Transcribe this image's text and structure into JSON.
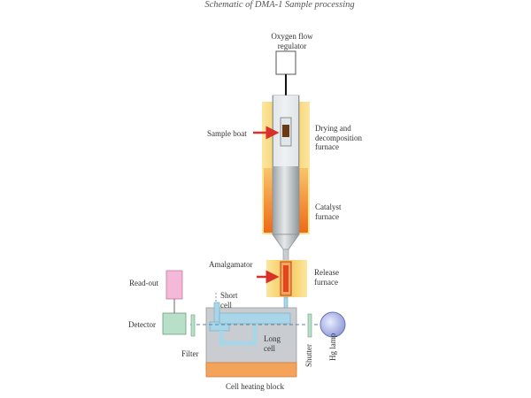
{
  "title": "Schematic of DMA-1 Sample processing",
  "labels": {
    "oxygen_regulator": [
      "Oxygen flow",
      "regulator"
    ],
    "sample_boat": "Sample boat",
    "drying_furnace": [
      "Drying and",
      "decomposition",
      "furnace"
    ],
    "catalyst_furnace": [
      "Catalyst",
      "furnace"
    ],
    "amalgamator": "Amalgamator",
    "release_furnace": [
      "Release",
      "furnace"
    ],
    "read_out": "Read-out",
    "short_cell": [
      "Short",
      "cell"
    ],
    "detector": "Detector",
    "long_cell": [
      "Long",
      "cell"
    ],
    "filter": "Filter",
    "shutter": "Shutter",
    "hg_lamp": "Hg lamp",
    "cell_heating_block": "Cell heating block"
  },
  "colors": {
    "furnace_outer": "#f7d26a",
    "furnace_inner": "#f07a22",
    "tube": "#b9bfc3",
    "cell": "#a9d5e8",
    "heating_block": "#f4a35a",
    "readout": "#f4b8d8",
    "detector": "#b8e0c8",
    "arrow": "#d9302a",
    "lamp": "#9aa7e0"
  }
}
